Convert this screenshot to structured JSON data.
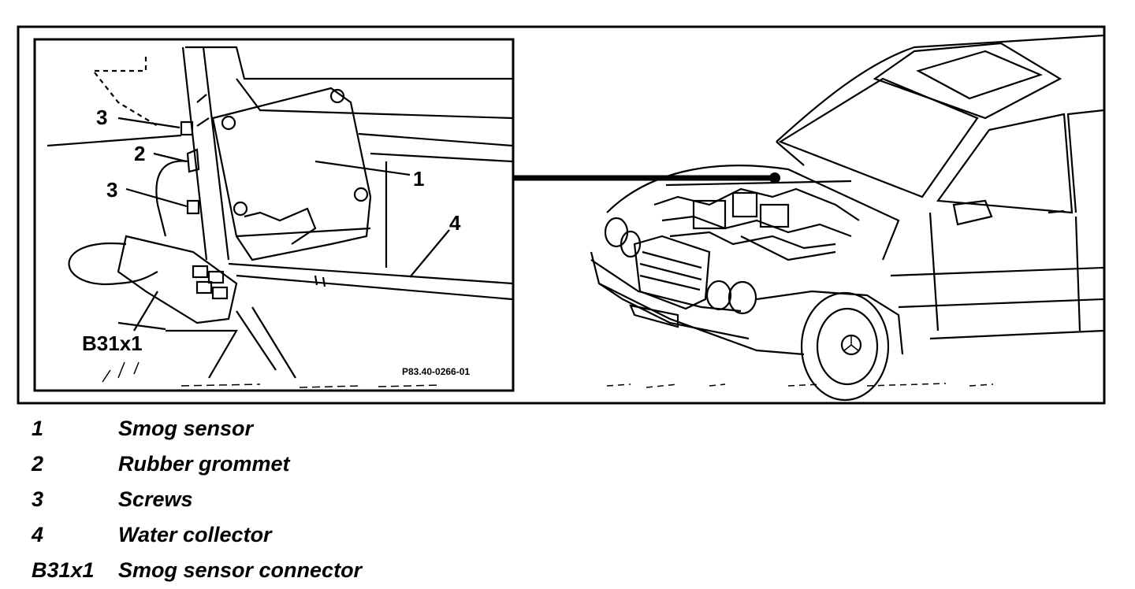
{
  "diagram": {
    "callouts": {
      "c1": "1",
      "c2": "2",
      "c3a": "3",
      "c3b": "3",
      "c4": "4",
      "b31x1": "B31x1"
    },
    "figure_code": "P83.40-0266-01"
  },
  "legend": [
    {
      "key": "1",
      "desc": "Smog sensor"
    },
    {
      "key": "2",
      "desc": "Rubber grommet"
    },
    {
      "key": "3",
      "desc": "Screws"
    },
    {
      "key": "4",
      "desc": "Water collector"
    },
    {
      "key": "B31x1",
      "desc": "Smog sensor connector"
    }
  ],
  "colors": {
    "ink": "#000000",
    "paper": "#ffffff"
  }
}
